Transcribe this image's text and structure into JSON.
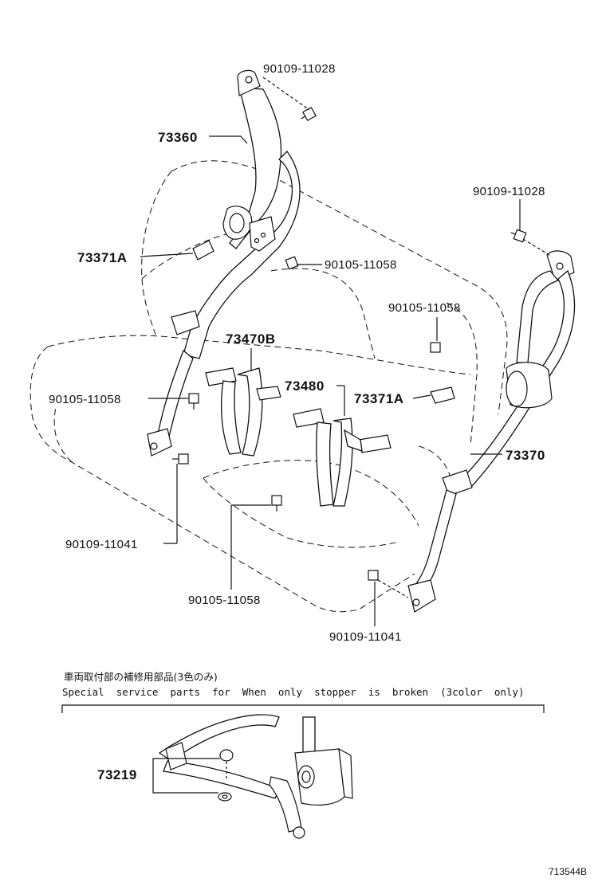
{
  "labels": {
    "bolt_top_left": "90109-11028",
    "belt_left": "73360",
    "cover_left": "73371A",
    "bolt_mid_left": "90105-11058",
    "buckle_left": "73470B",
    "bolt_top_right": "90109-11028",
    "bolt_mid_right": "90105-11058",
    "buckle_center": "73480",
    "cover_right": "73371A",
    "bolt_left_seat": "90105-11058",
    "belt_right": "73370",
    "bolt_left_anchor": "90109-11041",
    "bolt_center_floor": "90105-11058",
    "bolt_right_anchor": "90109-11041",
    "stopper_kit": "73219"
  },
  "note": {
    "jp": "車両取付部の補修用部品(3色のみ)",
    "en": "Special  service  parts  for  When  only  stopper  is  broken  (3color  only)"
  },
  "diagram_code": "713544B"
}
